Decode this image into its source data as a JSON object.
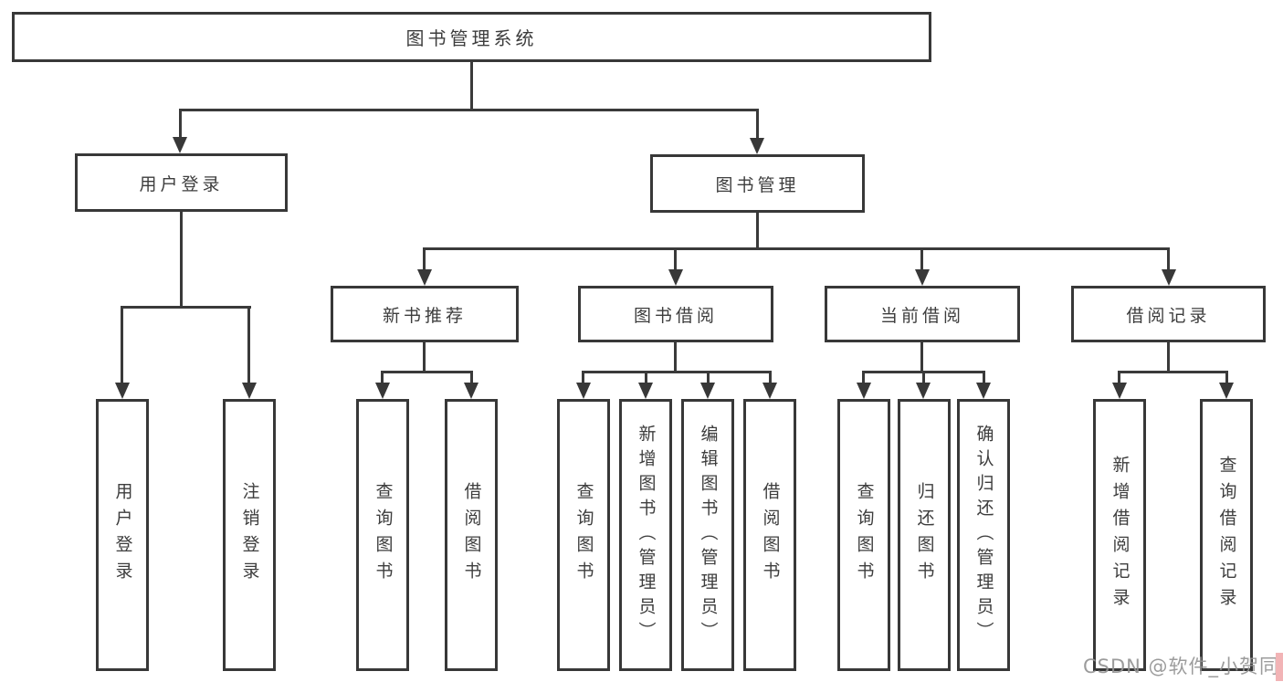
{
  "tree": {
    "root": {
      "label": "图书管理系统",
      "children": [
        {
          "label": "用户登录",
          "children": [
            {
              "label": "用户登录"
            },
            {
              "label": "注销登录"
            }
          ]
        },
        {
          "label": "图书管理",
          "children": [
            {
              "label": "新书推荐",
              "children": [
                {
                  "label": "查询图书"
                },
                {
                  "label": "借阅图书"
                }
              ]
            },
            {
              "label": "图书借阅",
              "children": [
                {
                  "label": "查询图书"
                },
                {
                  "label": "新增图书（管理员）"
                },
                {
                  "label": "编辑图书（管理员）"
                },
                {
                  "label": "借阅图书"
                }
              ]
            },
            {
              "label": "当前借阅",
              "children": [
                {
                  "label": "查询图书"
                },
                {
                  "label": "归还图书"
                },
                {
                  "label": "确认归还（管理员）"
                }
              ]
            },
            {
              "label": "借阅记录",
              "children": [
                {
                  "label": "新增借阅记录"
                },
                {
                  "label": "查询借阅记录"
                }
              ]
            }
          ]
        }
      ]
    }
  },
  "watermark": {
    "text": "CSDN @软件_小贺同学"
  },
  "colors": {
    "line": "#3a3a3a",
    "border": "#383838",
    "text": "#3d3d3d",
    "watermark": "#949494",
    "csdn_accent": "#f2b4b6",
    "background": "#ffffff"
  }
}
